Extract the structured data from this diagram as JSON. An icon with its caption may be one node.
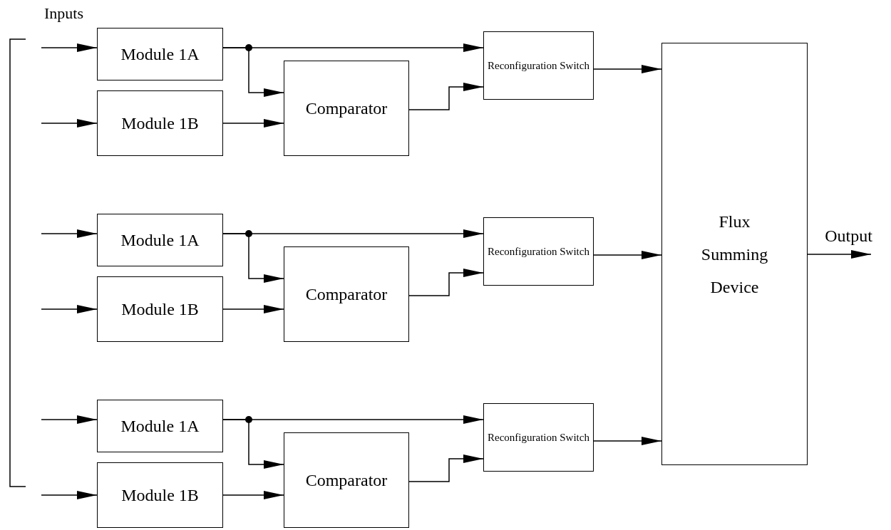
{
  "diagram": {
    "nodes": [
      {
        "text": [
          "Module 1A"
        ]
      },
      {
        "text": [
          "Module 1B"
        ]
      },
      {
        "text": [
          "Comparator"
        ]
      },
      {
        "text": [
          "Reconfiguration Switch"
        ]
      },
      {
        "text": [
          "Module 1A"
        ]
      },
      {
        "text": [
          "Module 1B"
        ]
      },
      {
        "text": [
          "Comparator"
        ]
      },
      {
        "text": [
          "Reconfiguration Switch"
        ]
      },
      {
        "text": [
          "Module 1A"
        ]
      },
      {
        "text": [
          "Module 1B"
        ]
      },
      {
        "text": [
          "Comparator"
        ]
      },
      {
        "text": [
          "Reconfiguration Switch"
        ]
      },
      {
        "text": [
          "Flux Summing Device"
        ]
      }
    ],
    "edges": [
      {
        "from": null,
        "to": 0,
        "arrow": "to"
      },
      {
        "from": 0,
        "to": 3,
        "arrow": "to"
      },
      {
        "from": 0,
        "to": 2,
        "arrow": "to"
      },
      {
        "from": null,
        "to": 1,
        "arrow": "to"
      },
      {
        "from": 1,
        "to": 2,
        "arrow": "to"
      },
      {
        "from": 2,
        "to": 3,
        "arrow": "to"
      },
      {
        "from": 3,
        "to": 12,
        "arrow": "to"
      },
      {
        "from": null,
        "to": 4,
        "arrow": "to"
      },
      {
        "from": 4,
        "to": 7,
        "arrow": "to"
      },
      {
        "from": 4,
        "to": 6,
        "arrow": "to"
      },
      {
        "from": null,
        "to": 5,
        "arrow": "to"
      },
      {
        "from": 5,
        "to": 6,
        "arrow": "to"
      },
      {
        "from": 6,
        "to": 7,
        "arrow": "to"
      },
      {
        "from": 7,
        "to": 12,
        "arrow": "to"
      },
      {
        "from": null,
        "to": 8,
        "arrow": "to"
      },
      {
        "from": 8,
        "to": 11,
        "arrow": "to"
      },
      {
        "from": 8,
        "to": 10,
        "arrow": "to"
      },
      {
        "from": null,
        "to": 9,
        "arrow": "to"
      },
      {
        "from": 9,
        "to": 10,
        "arrow": "to"
      },
      {
        "from": 10,
        "to": 11,
        "arrow": "to"
      },
      {
        "from": 11,
        "to": 12,
        "arrow": "to"
      },
      {
        "from": 12,
        "to": null,
        "label": "Output",
        "arrow": "to"
      }
    ],
    "labels": [
      "Inputs"
    ]
  }
}
